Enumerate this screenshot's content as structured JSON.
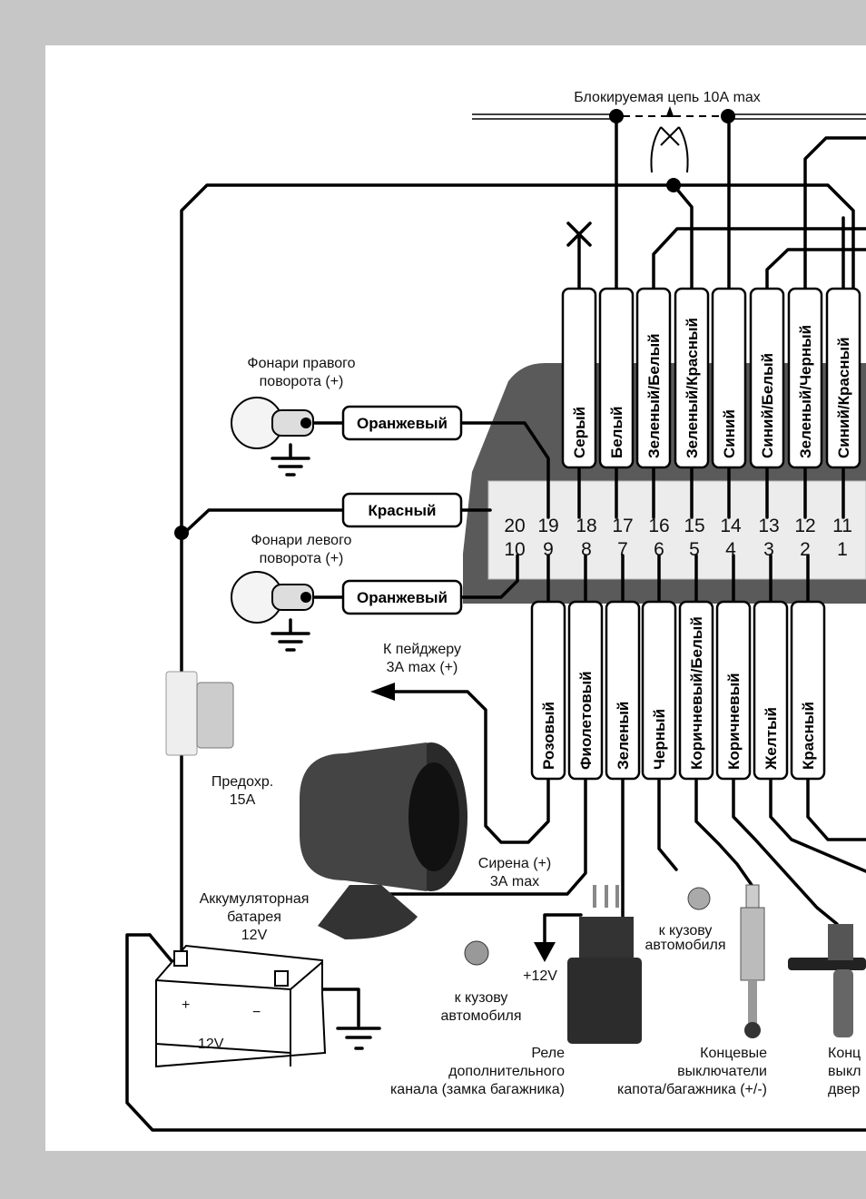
{
  "top_label": "Блокируемая цепь 10А max",
  "top_wires": [
    "Серый",
    "Белый",
    "Зеленый/Белый",
    "Зеленый/Красный",
    "Синий",
    "Синий/Белый",
    "Зеленый/Черный",
    "Синий/Красный"
  ],
  "bottom_wires": [
    "Розовый",
    "Фиолетовый",
    "Зеленый",
    "Черный",
    "Коричневый/Белый",
    "Коричневый",
    "Желтый",
    "Красный"
  ],
  "pins_top": [
    "20",
    "19",
    "18",
    "17",
    "16",
    "15",
    "14",
    "13",
    "12",
    "11"
  ],
  "pins_bottom": [
    "10",
    "9",
    "8",
    "7",
    "6",
    "5",
    "4",
    "3",
    "2",
    "1"
  ],
  "side_wires": {
    "right_turn": "Оранжевый",
    "power": "Красный",
    "left_turn": "Оранжевый"
  },
  "labels": {
    "right_lamps": [
      "Фонари правого",
      "поворота (+)"
    ],
    "left_lamps": [
      "Фонари левого",
      "поворота (+)"
    ],
    "pager": [
      "К пейджеру",
      "3А max (+)"
    ],
    "fuse": [
      "Предохр.",
      "15А"
    ],
    "siren": [
      "Сирена (+)",
      "3А max"
    ],
    "battery": [
      "Аккумуляторная",
      "батарея",
      "12V"
    ],
    "battery_mark": "12V",
    "ground1": [
      "к кузову",
      "автомобиля"
    ],
    "ground2": [
      "к кузову",
      "автомобиля"
    ],
    "plus12": "+12V",
    "relay": [
      "Реле",
      "дополнительного",
      "канала (замка багажника)"
    ],
    "hood": [
      "Концевые",
      "выключатели",
      "капота/багажника (+/-)"
    ],
    "doors": [
      "Конц",
      "выкл",
      "двер"
    ]
  }
}
